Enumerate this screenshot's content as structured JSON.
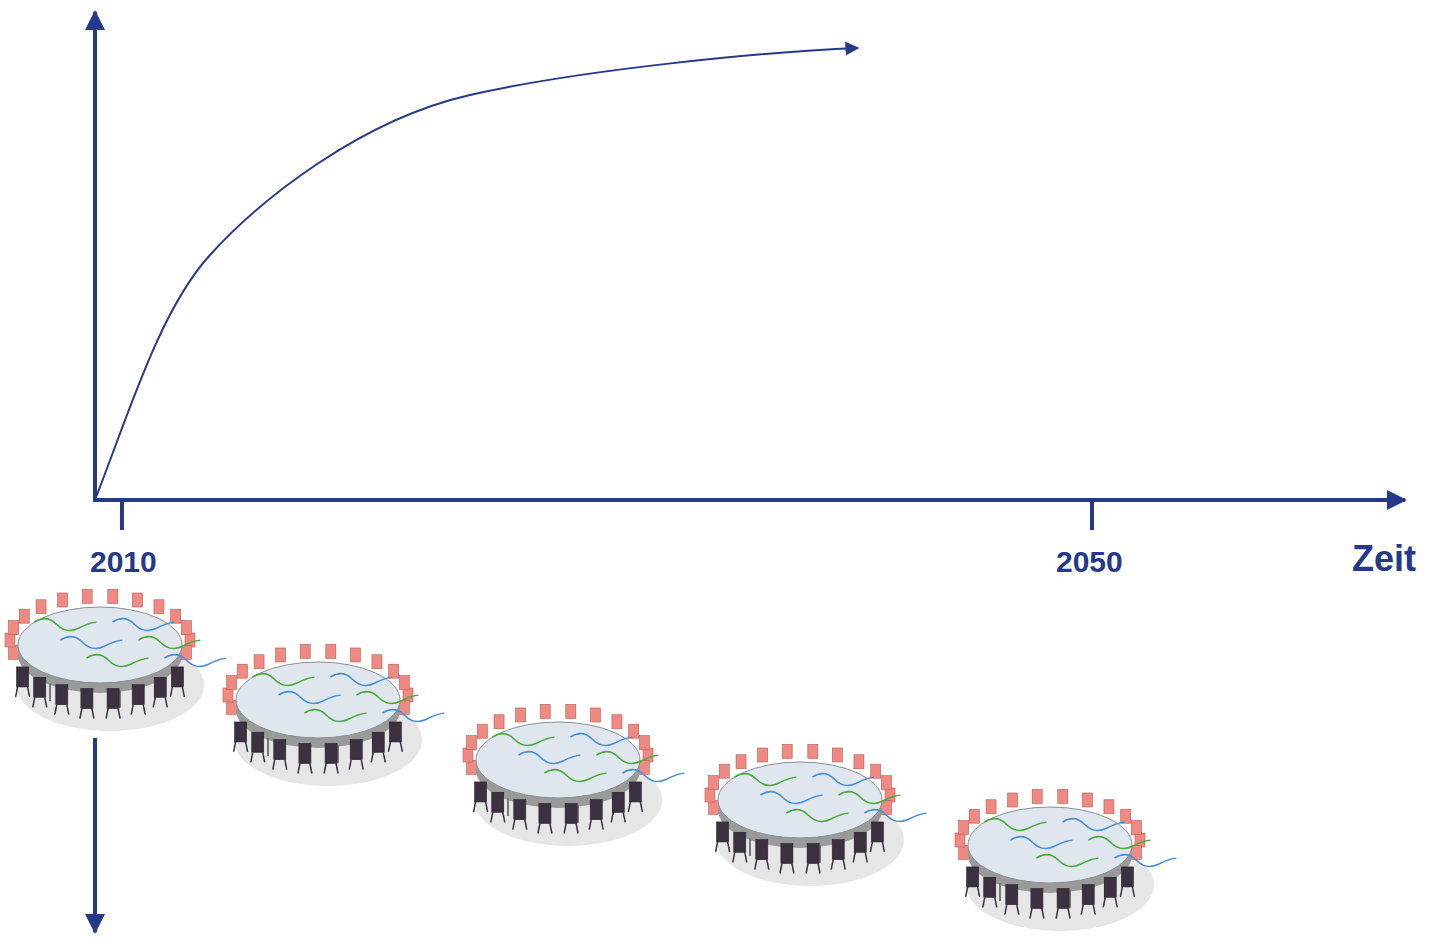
{
  "diagram": {
    "labels": [
      "2010",
      "2050",
      "Zeit"
    ]
  }
}
